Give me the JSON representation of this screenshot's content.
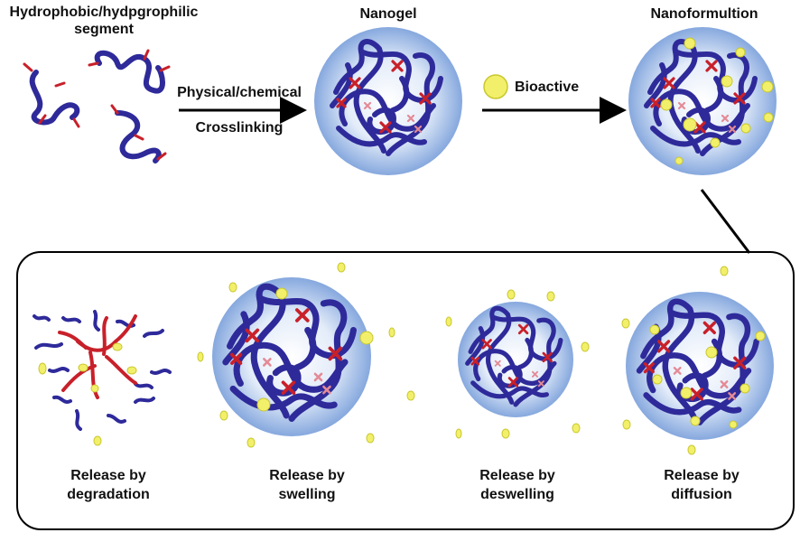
{
  "labels": {
    "segment_line1": "Hydrophobic/hydpgrophilic",
    "segment_line2": "segment",
    "nanogel": "Nanogel",
    "nanoformulation": "Nanoformultion",
    "arrow1_top": "Physical/chemical",
    "arrow1_bottom": "Crosslinking",
    "bioactive": "Bioactive"
  },
  "release": [
    {
      "line1": "Release by",
      "line2": "degradation"
    },
    {
      "line1": "Release by",
      "line2": "swelling"
    },
    {
      "line1": "Release by",
      "line2": "deswelling"
    },
    {
      "line1": "Release by",
      "line2": "diffusion"
    }
  ],
  "colors": {
    "polymer": "#2e2a9a",
    "crosslink": "#c8202a",
    "bioactive_fill": "#f2f06a",
    "bioactive_stroke": "#c9c72e",
    "sphere_center": "#ffffff",
    "sphere_edge": "#7fa4dc"
  }
}
